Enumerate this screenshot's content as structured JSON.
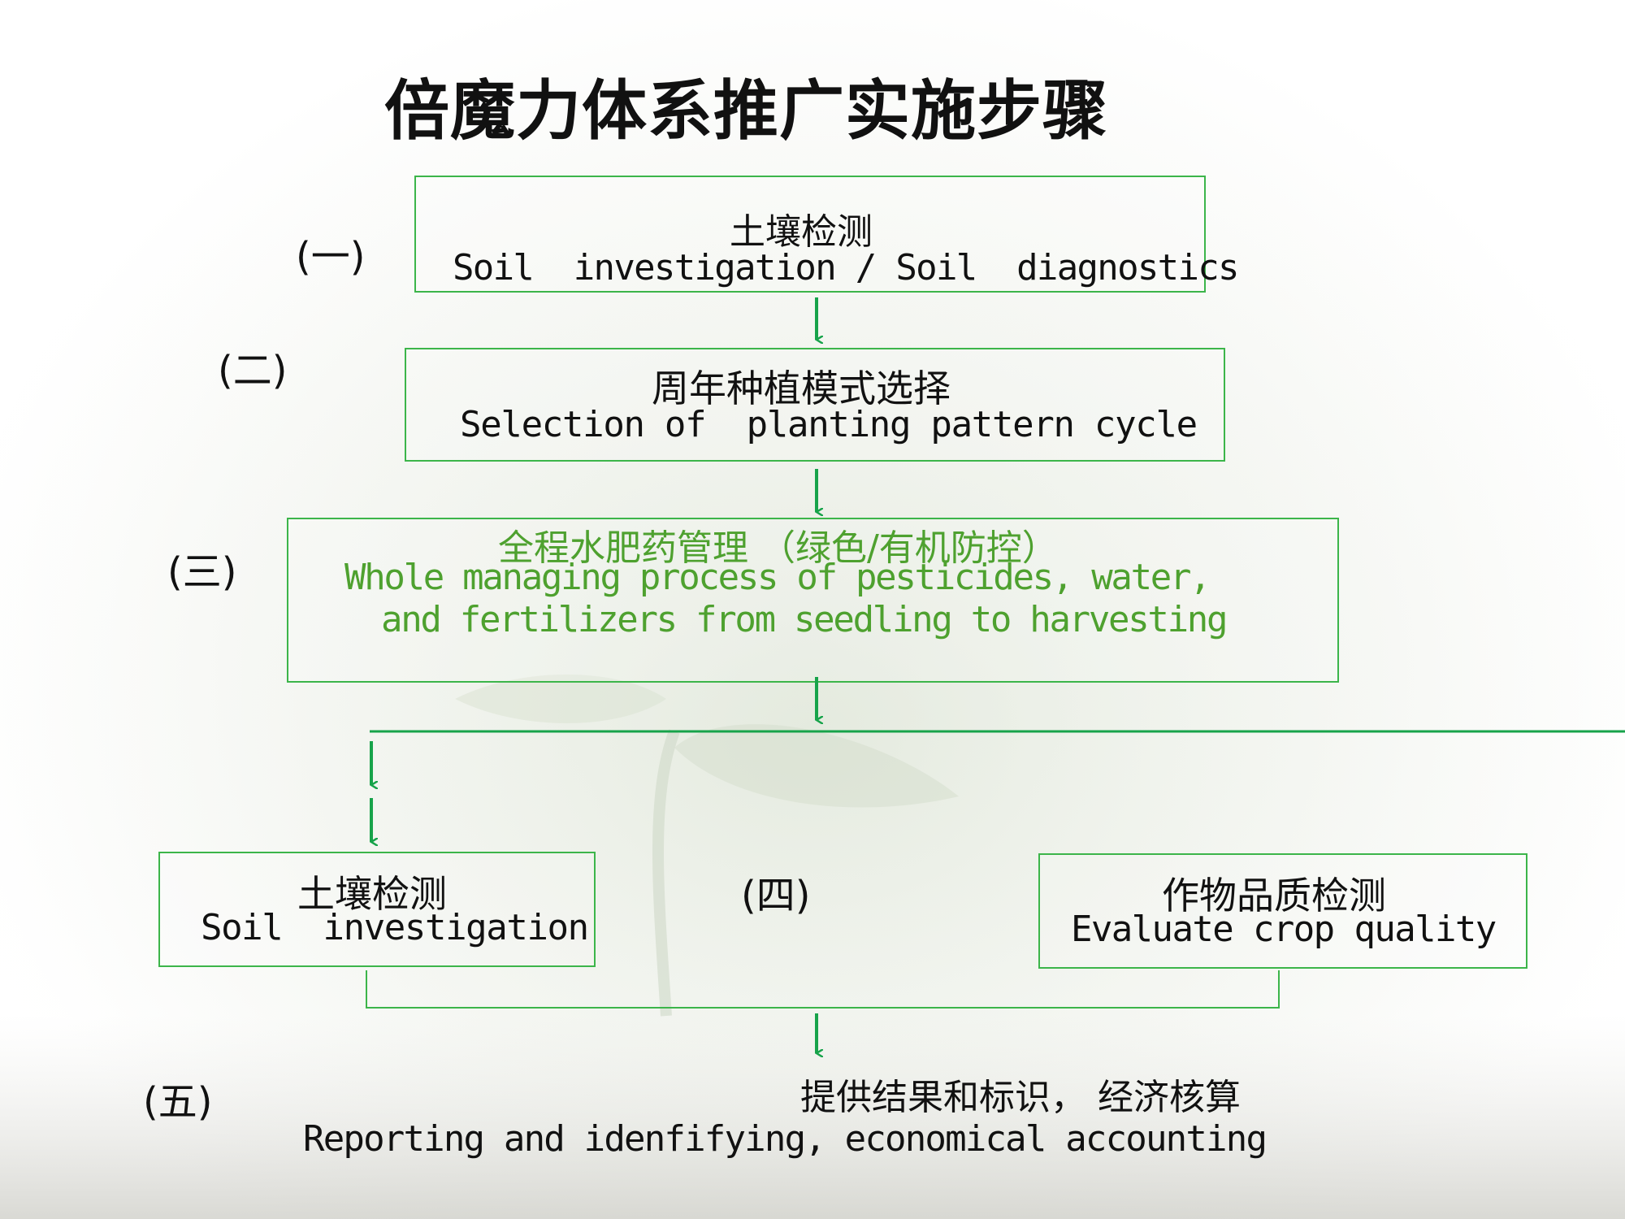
{
  "title": "倍魔力体系推广实施步骤",
  "steps": [
    {
      "marker": "(一)",
      "zh": "土壤检测",
      "en": "Soil  investigation / Soil  diagnostics"
    },
    {
      "marker": "(二)",
      "zh": "周年种植模式选择",
      "en": "Selection of  planting pattern cycle"
    },
    {
      "marker": "(三)",
      "zh": "全程水肥药管理 （绿色/有机防控）",
      "en_line1": "Whole managing process of pesticides, water,",
      "en_line2": "and fertilizers from seedling to harvesting"
    },
    {
      "marker": "(四)",
      "left_zh": "土壤检测",
      "left_en": "Soil  investigation",
      "right_zh": "作物品质检测",
      "right_en": "Evaluate crop quality"
    },
    {
      "marker": "(五)",
      "zh": "提供结果和标识， 经济核算",
      "en": "Reporting and idenfifying, economical accounting"
    }
  ],
  "colors": {
    "box_border": "#3cb54a",
    "arrow": "#17a34a",
    "highlight_text": "#4ea12f"
  }
}
